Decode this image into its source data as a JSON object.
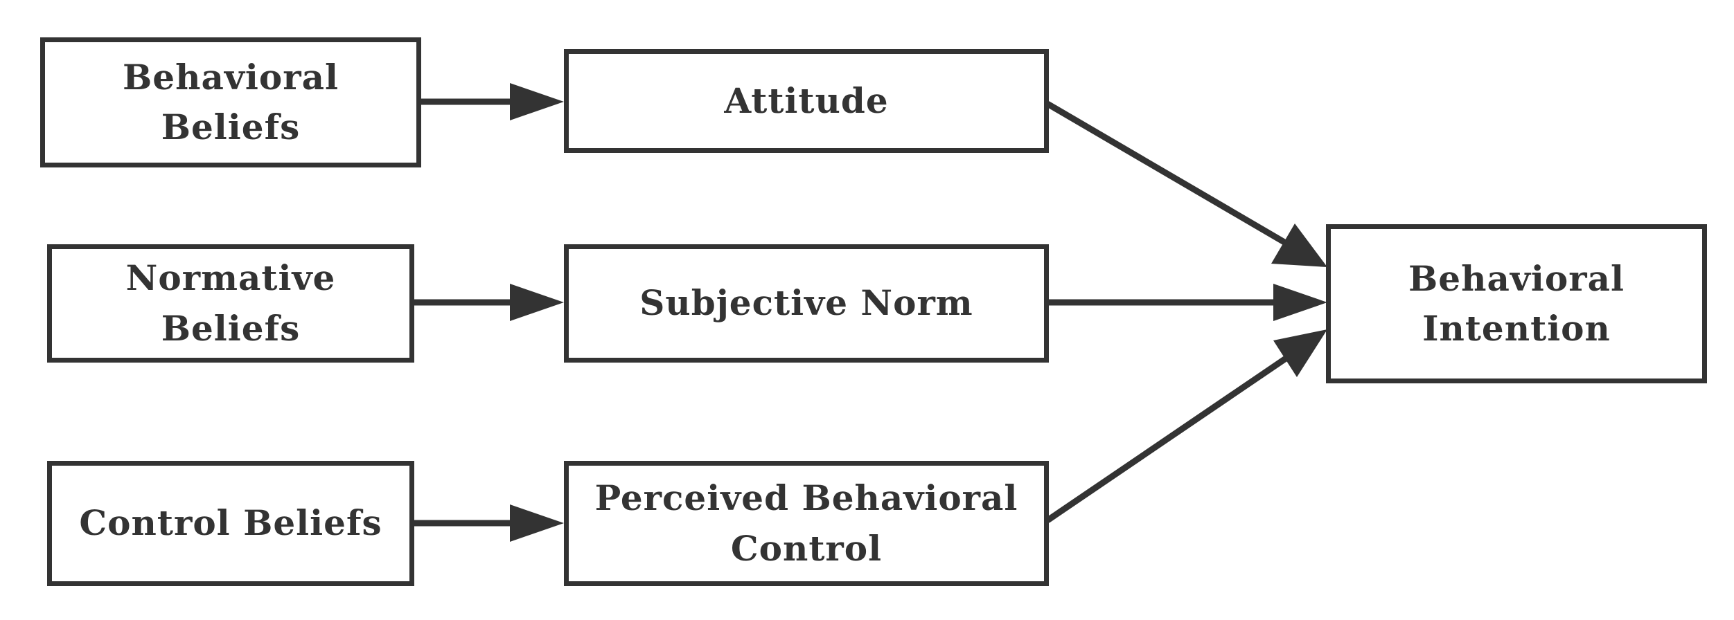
{
  "nodes": {
    "behavioral_beliefs": {
      "line1": "Behavioral",
      "line2": "Beliefs"
    },
    "normative_beliefs": {
      "line1": "Normative",
      "line2": "Beliefs"
    },
    "control_beliefs": {
      "label": "Control Beliefs"
    },
    "attitude": {
      "label": "Attitude"
    },
    "subjective_norm": {
      "label": "Subjective Norm"
    },
    "perceived_behavioral_control": {
      "line1": "Perceived Behavioral",
      "line2": "Control"
    },
    "behavioral_intention": {
      "line1": "Behavioral",
      "line2": "Intention"
    }
  },
  "edges": [
    {
      "from": "Behavioral Beliefs",
      "to": "Attitude"
    },
    {
      "from": "Normative Beliefs",
      "to": "Subjective Norm"
    },
    {
      "from": "Control Beliefs",
      "to": "Perceived Behavioral Control"
    },
    {
      "from": "Attitude",
      "to": "Behavioral Intention"
    },
    {
      "from": "Subjective Norm",
      "to": "Behavioral Intention"
    },
    {
      "from": "Perceived Behavioral Control",
      "to": "Behavioral Intention"
    }
  ],
  "colors": {
    "stroke": "#333333",
    "text": "#333333",
    "background": "#ffffff"
  }
}
